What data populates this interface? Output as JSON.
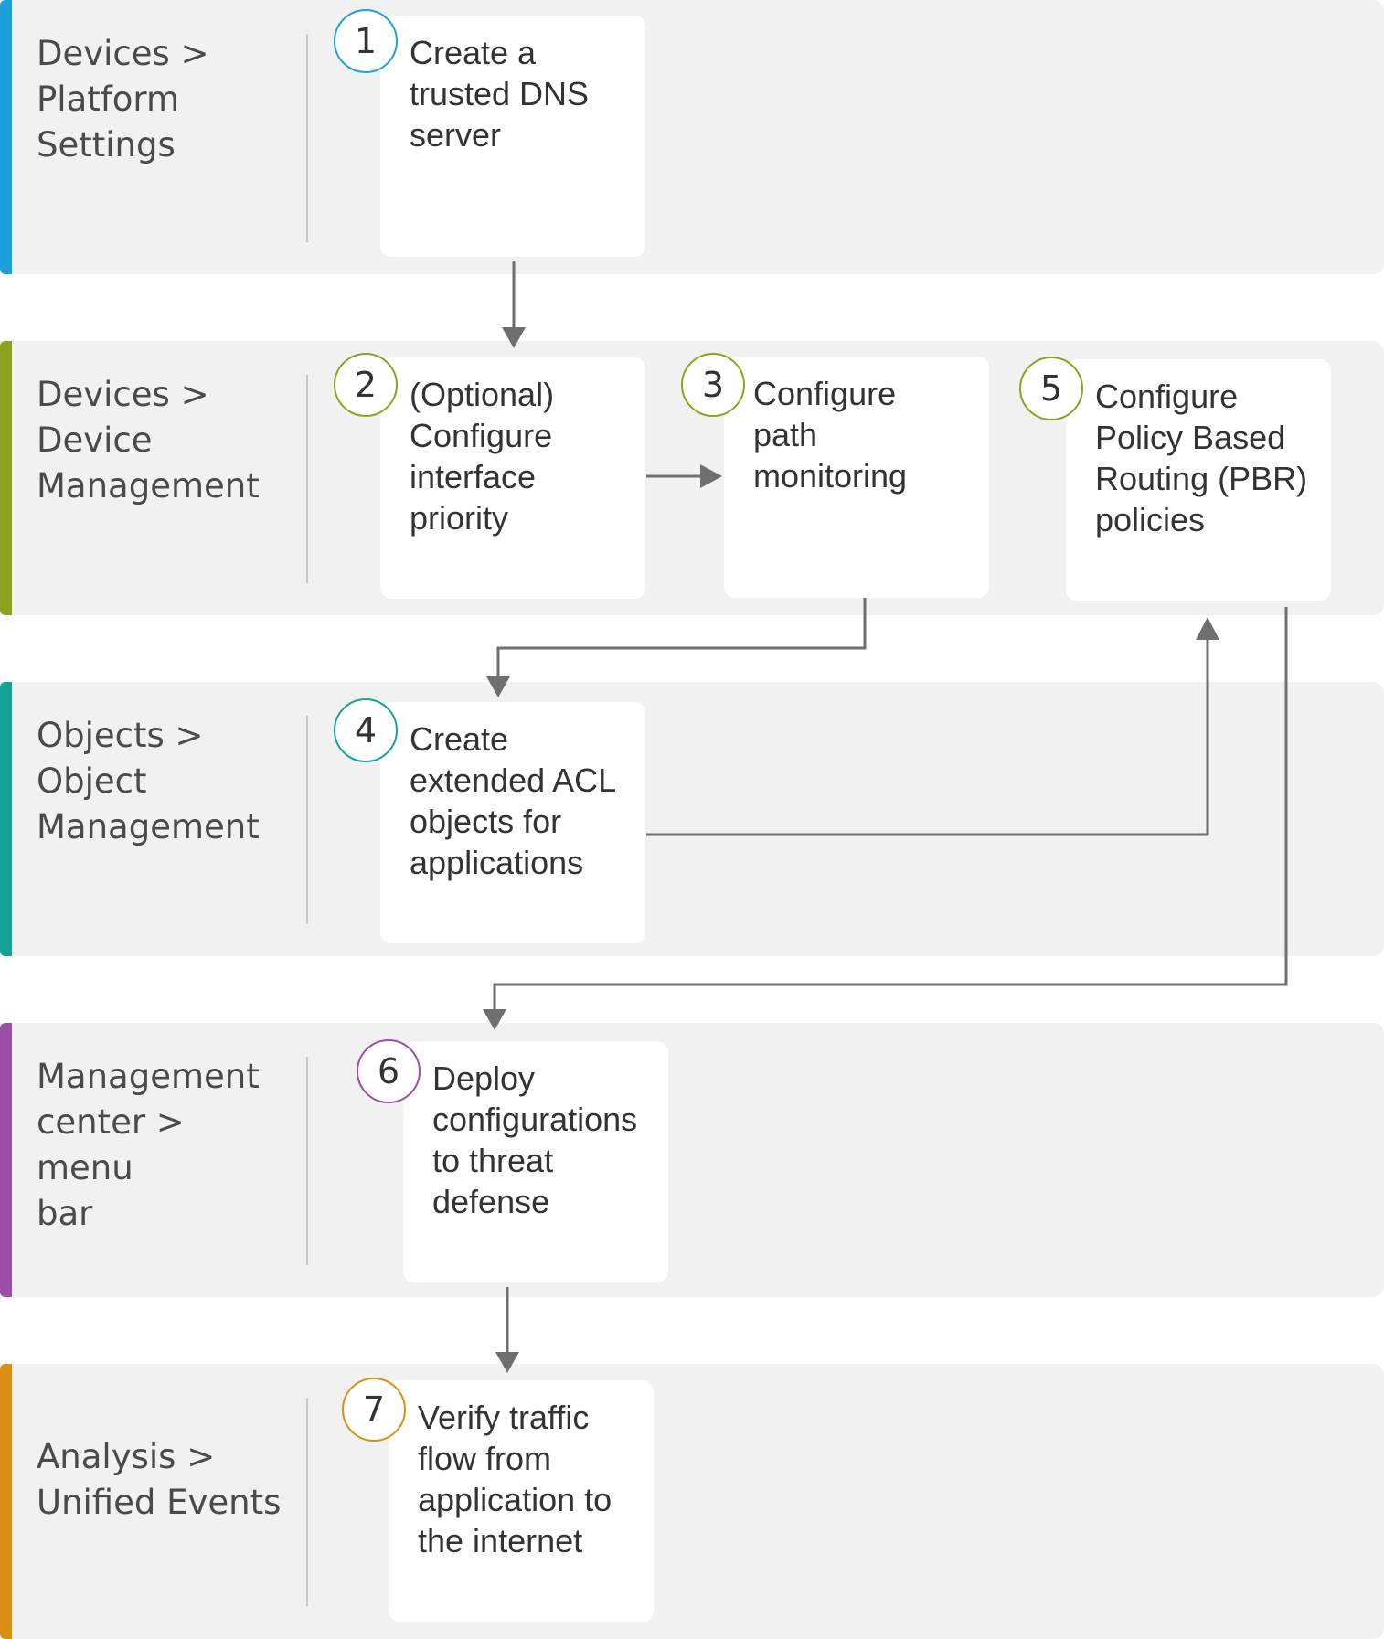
{
  "colors": {
    "lane_background": "#f1f1f1",
    "card_background": "#ffffff",
    "connector": "#6f6f6f",
    "accent_platform_settings": "#1ba0d8",
    "accent_device_management": "#8ca21f",
    "accent_object_management": "#14a395",
    "accent_menu_bar": "#9b4fa5",
    "accent_unified_events": "#d98e14"
  },
  "lanes": [
    {
      "label": "Devices >\nPlatform\nSettings"
    },
    {
      "label": "Devices >\nDevice\nManagement"
    },
    {
      "label": "Objects >\nObject\nManagement"
    },
    {
      "label": "Management\ncenter > menu\nbar"
    },
    {
      "label": "Analysis >\nUnified Events"
    }
  ],
  "steps": [
    {
      "number": "1",
      "text": "Create a\ntrusted DNS\nserver"
    },
    {
      "number": "2",
      "text": "(Optional)\nConfigure\ninterface\npriority"
    },
    {
      "number": "3",
      "text": "Configure\npath\nmonitoring"
    },
    {
      "number": "4",
      "text": "Create\nextended ACL\nobjects for\napplications"
    },
    {
      "number": "5",
      "text": "Configure\nPolicy Based\nRouting (PBR)\npolicies"
    },
    {
      "number": "6",
      "text": "Deploy\nconfigurations\nto threat\ndefense"
    },
    {
      "number": "7",
      "text": "Verify traffic\nflow from\napplication to\nthe internet"
    }
  ],
  "flow": [
    {
      "from": "1",
      "to": "2"
    },
    {
      "from": "2",
      "to": "3"
    },
    {
      "from": "3",
      "to": "4"
    },
    {
      "from": "4",
      "to": "5"
    },
    {
      "from": "5",
      "to": "6"
    },
    {
      "from": "6",
      "to": "7"
    }
  ]
}
